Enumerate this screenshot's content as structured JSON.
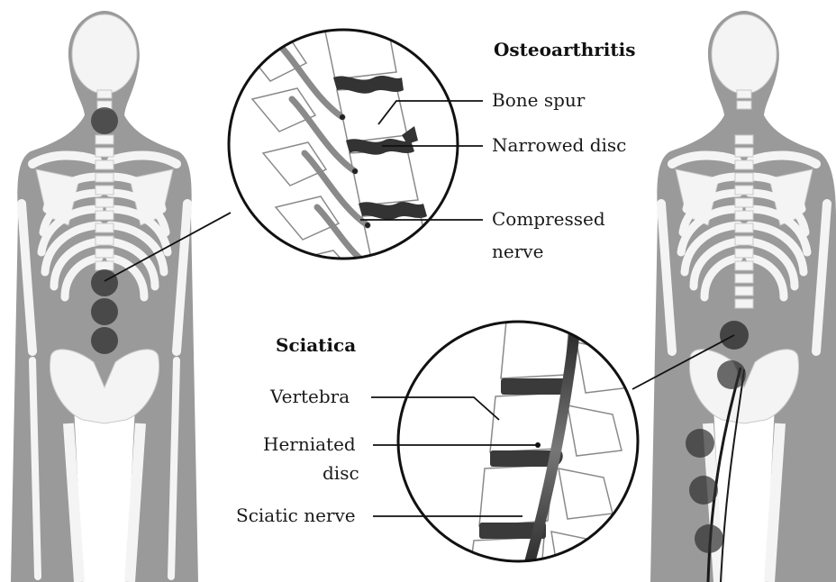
{
  "osteoarthritis": {
    "title": "Osteoarthritis",
    "labels": {
      "bone_spur": "Bone spur",
      "narrowed_disc": "Narrowed disc",
      "compressed_nerve_line1": "Compressed",
      "compressed_nerve_line2": "nerve"
    }
  },
  "sciatica": {
    "title": "Sciatica",
    "labels": {
      "vertebra": "Vertebra",
      "herniated_disc_line1": "Herniated",
      "herniated_disc_line2": "disc",
      "sciatic_nerve": "Sciatic nerve"
    }
  },
  "colors": {
    "body_silhouette": "#9a9a9a",
    "bone": "#f4f4f4",
    "bone_outline": "#c8c8c8",
    "disc_dark": "#3a3a3a",
    "nerve": "#7a7a7a",
    "callout_line": "#111111",
    "marker": "#2e2e2e"
  }
}
